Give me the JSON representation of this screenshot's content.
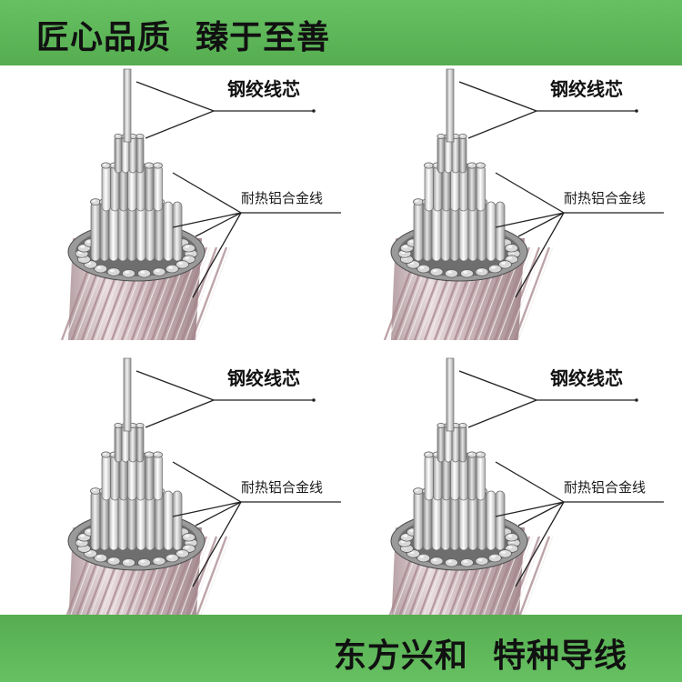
{
  "banner_top": {
    "text": "匠心品质  臻于至善"
  },
  "banner_bottom": {
    "text": "东方兴和  特种导线"
  },
  "panels": [
    {
      "core_label": "钢绞线芯",
      "alloy_label": "耐热铝合金线"
    },
    {
      "core_label": "钢绞线芯",
      "alloy_label": "耐热铝合金线"
    },
    {
      "core_label": "钢绞线芯",
      "alloy_label": "耐热铝合金线"
    },
    {
      "core_label": "钢绞线芯",
      "alloy_label": "耐热铝合金线"
    }
  ],
  "colors": {
    "banner_green": "#5fb85a",
    "label_text": "#111111",
    "leader_line": "#222222"
  }
}
